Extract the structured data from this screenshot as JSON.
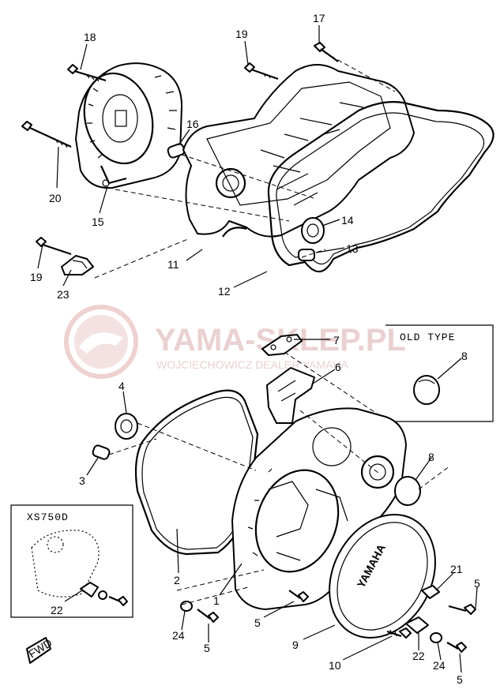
{
  "watermark": {
    "brand": "YAMA-SKLEP.PL",
    "tagline": "WOJCIECHOWICZ DEALER YAMAHA",
    "color": "#e7c9c9"
  },
  "cover_logo": "YAMAHA",
  "fwd_marker": "FWD",
  "old_type_box": {
    "title": "OLD TYPE"
  },
  "variant_box": {
    "title": "XS750D"
  },
  "callouts": [
    {
      "id": "c18",
      "text": "18"
    },
    {
      "id": "c19a",
      "text": "19"
    },
    {
      "id": "c17",
      "text": "17"
    },
    {
      "id": "c16",
      "text": "16"
    },
    {
      "id": "c20",
      "text": "20"
    },
    {
      "id": "c15",
      "text": "15"
    },
    {
      "id": "c14",
      "text": "14"
    },
    {
      "id": "c13",
      "text": "13"
    },
    {
      "id": "c11",
      "text": "11"
    },
    {
      "id": "c12",
      "text": "12"
    },
    {
      "id": "c19b",
      "text": "19"
    },
    {
      "id": "c23",
      "text": "23"
    },
    {
      "id": "c7",
      "text": "7"
    },
    {
      "id": "c6",
      "text": "6"
    },
    {
      "id": "c8a",
      "text": "8"
    },
    {
      "id": "c4",
      "text": "4"
    },
    {
      "id": "c8b",
      "text": "8"
    },
    {
      "id": "c3",
      "text": "3"
    },
    {
      "id": "c2",
      "text": "2"
    },
    {
      "id": "c1",
      "text": "1"
    },
    {
      "id": "c21",
      "text": "21"
    },
    {
      "id": "c5a",
      "text": "5"
    },
    {
      "id": "c22a",
      "text": "22"
    },
    {
      "id": "c5b",
      "text": "5"
    },
    {
      "id": "c24a",
      "text": "24"
    },
    {
      "id": "c5c",
      "text": "5"
    },
    {
      "id": "c9",
      "text": "9"
    },
    {
      "id": "c10",
      "text": "10"
    },
    {
      "id": "c22b",
      "text": "22"
    },
    {
      "id": "c24b",
      "text": "24"
    },
    {
      "id": "c5d",
      "text": "5"
    }
  ]
}
